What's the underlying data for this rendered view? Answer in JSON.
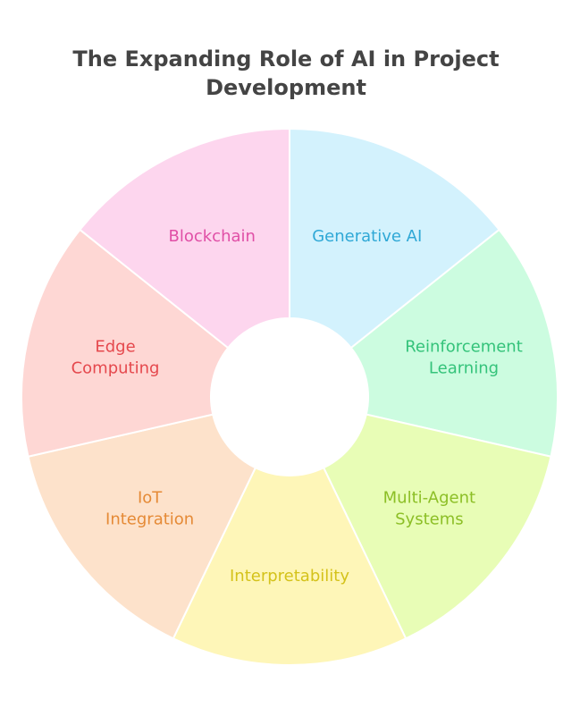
{
  "chart_data": {
    "type": "pie",
    "title_lines": [
      "The Expanding Role of AI in Project",
      "Development"
    ],
    "donut": true,
    "categories": [
      "Generative AI",
      "Reinforcement Learning",
      "Multi-Agent Systems",
      "Interpretability",
      "IoT Integration",
      "Edge Computing",
      "Blockchain"
    ],
    "label_lines": [
      [
        "Generative AI"
      ],
      [
        "Reinforcement",
        "Learning"
      ],
      [
        "Multi-Agent",
        "Systems"
      ],
      [
        "Interpretability"
      ],
      [
        "IoT",
        "Integration"
      ],
      [
        "Edge",
        "Computing"
      ],
      [
        "Blockchain"
      ]
    ],
    "values": [
      1,
      1,
      1,
      1,
      1,
      1,
      1
    ],
    "fill_colors": [
      "#d3f2fd",
      "#ccfce0",
      "#e8fdb6",
      "#fef6b8",
      "#fde2cb",
      "#fed7d4",
      "#fdd6ee"
    ],
    "label_colors": [
      "#2fa8d6",
      "#34c37a",
      "#8cbf26",
      "#d4c21a",
      "#e58a36",
      "#e5484d",
      "#e04fa6"
    ]
  }
}
